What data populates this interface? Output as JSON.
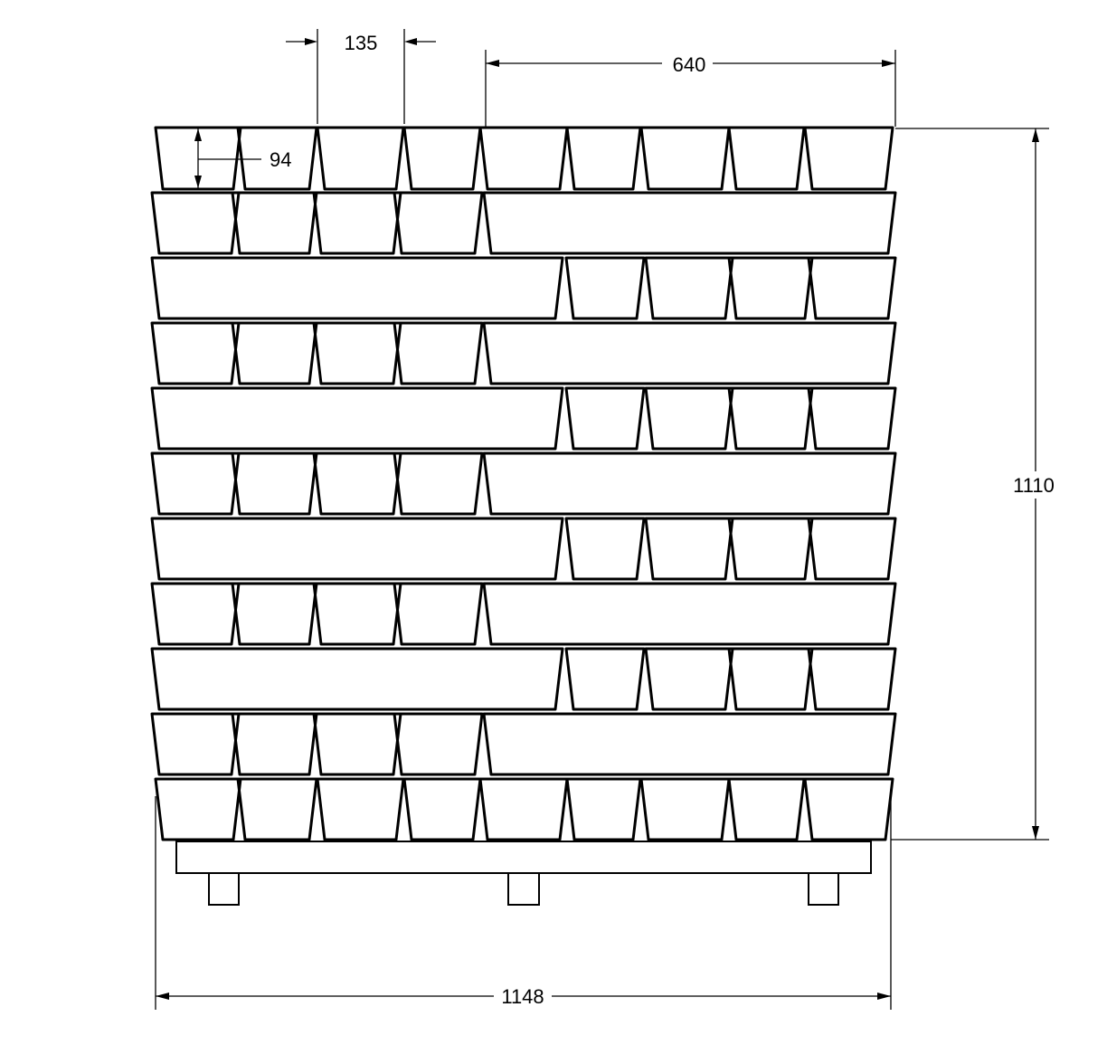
{
  "dimensions": {
    "ingot_width": "135",
    "long_ingot_length": "640",
    "ingot_height": "94",
    "stack_height": "1110",
    "stack_width": "1148"
  },
  "stack": {
    "layers": [
      "small",
      "A",
      "B",
      "A",
      "B",
      "A",
      "B",
      "A",
      "B",
      "A",
      "small"
    ],
    "small_layer_ingots": 9,
    "layer_A": {
      "small_ingots": 4,
      "long_ingots": 1,
      "long_position": "right"
    },
    "layer_B": {
      "small_ingots": 4,
      "long_ingots": 1,
      "long_position": "left"
    }
  },
  "pallet": {
    "feet": 3
  }
}
